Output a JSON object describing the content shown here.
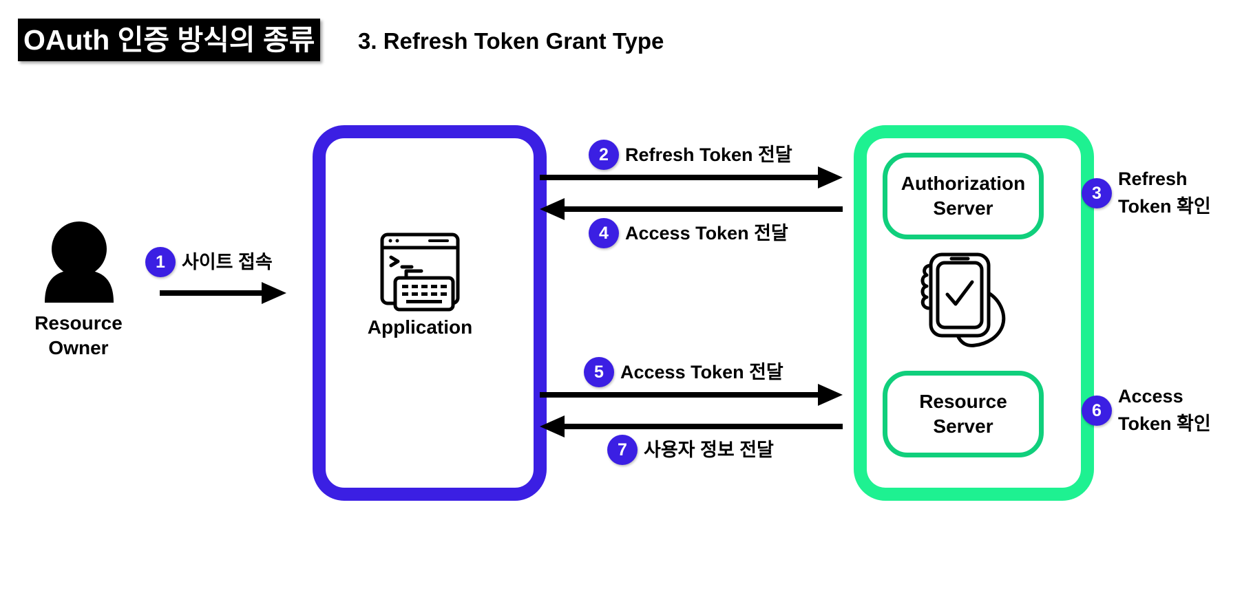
{
  "header": {
    "title": "OAuth 인증 방식의 종류",
    "subtitle": "3. Refresh Token Grant Type"
  },
  "actors": {
    "resource_owner_line1": "Resource",
    "resource_owner_line2": "Owner",
    "application": "Application",
    "authorization_server_line1": "Authorization",
    "authorization_server_line2": "Server",
    "resource_server_line1": "Resource",
    "resource_server_line2": "Server"
  },
  "steps": [
    {
      "num": "1",
      "label": "사이트 접속"
    },
    {
      "num": "2",
      "label": "Refresh Token 전달"
    },
    {
      "num": "3",
      "label_line1": "Refresh",
      "label_line2": "Token 확인"
    },
    {
      "num": "4",
      "label": "Access Token 전달"
    },
    {
      "num": "5",
      "label": "Access Token 전달"
    },
    {
      "num": "6",
      "label_line1": "Access",
      "label_line2": "Token 확인"
    },
    {
      "num": "7",
      "label": "사용자 정보 전달"
    }
  ],
  "colors": {
    "application_border": "#3b1fe3",
    "auth_outer_border": "#1ef191",
    "inner_border": "#10cf7c",
    "badge": "#3b1fe3"
  },
  "icons": [
    "user-icon",
    "terminal-keyboard-icon",
    "phone-check-icon",
    "arrow-right-icon",
    "arrow-left-icon"
  ]
}
